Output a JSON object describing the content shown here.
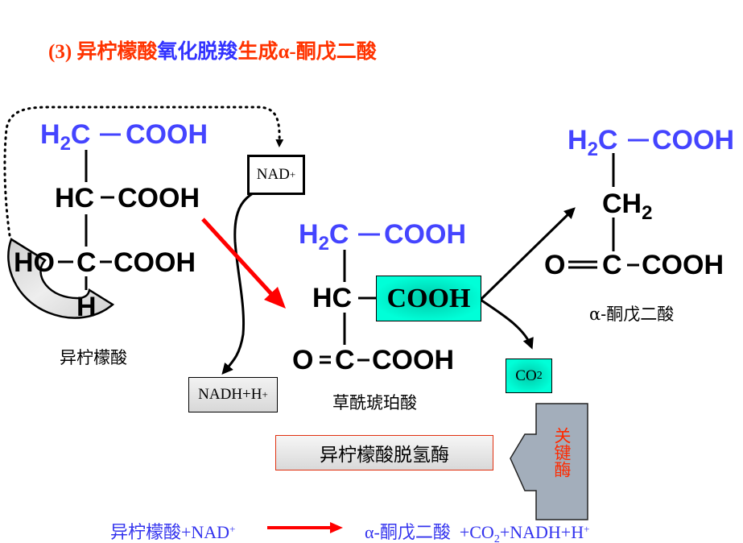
{
  "title": {
    "number": "(3)",
    "part1": "异柠檬酸",
    "part2": "氧化脱羧",
    "part3": "生成α-酮戊二酸"
  },
  "isocitrate": {
    "row1_left": "H",
    "row1_sub": "2",
    "row1_c": "C",
    "row1_right": "COOH",
    "row2_left": "HC",
    "row2_right": "COOH",
    "row3_left": "HO",
    "row3_c": "C",
    "row3_right": "COOH",
    "row4": "H",
    "name": "异柠檬酸"
  },
  "cofactor_in": {
    "label": "NAD",
    "sup": "+"
  },
  "cofactor_out": {
    "label": "NADH+H",
    "sup": "+"
  },
  "oxalosuccinate": {
    "row1_left": "H",
    "row1_sub": "2",
    "row1_c": "C",
    "row1_right": "COOH",
    "row2_left": "HC",
    "row2_right": "COOH",
    "row3_left": "O",
    "row3_c": "C",
    "row3_right": "COOH",
    "name": "草酰琥珀酸"
  },
  "co2": {
    "label": "CO",
    "sub": "2"
  },
  "alpha_kg": {
    "row1_left": "H",
    "row1_sub": "2",
    "row1_c": "C",
    "row1_right": "COOH",
    "row2": "CH",
    "row2_sub": "2",
    "row3_left": "O",
    "row3_c": "C",
    "row3_right": "COOH",
    "name": "α-酮戊二酸"
  },
  "enzyme": {
    "label": "异柠檬酸脱氢酶"
  },
  "key_enzyme": {
    "label": "关键酶"
  },
  "equation": {
    "left": "异柠檬酸+NAD",
    "left_sup": "+",
    "right_a": "α-酮戊二酸  +CO",
    "right_sub": "2",
    "right_b": "+NADH+H",
    "right_sup": "+"
  },
  "colors": {
    "title_red": "#ff3300",
    "title_blue": "#3333ff",
    "chem_blue": "#4444ff",
    "reaction_arrow_red": "#ff0000",
    "cyan_highlight": "#00ffd8",
    "key_enzyme_gray": "#a3aebb",
    "key_enzyme_text": "#ff2a00",
    "equation_blue": "#3333ee"
  }
}
